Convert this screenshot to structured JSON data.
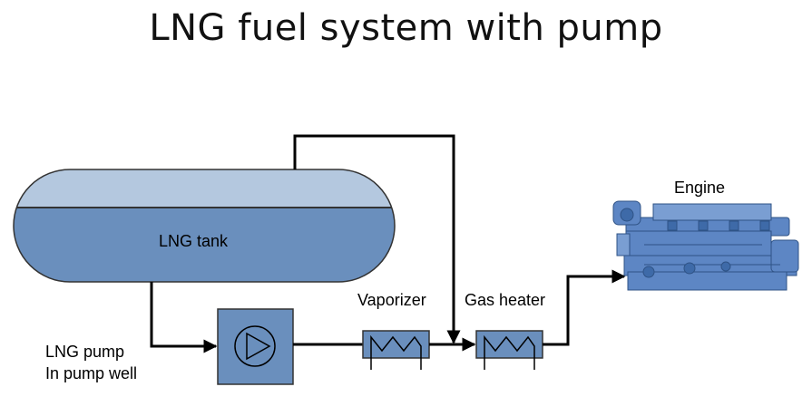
{
  "title": "LNG fuel system with pump",
  "components": {
    "tank": {
      "label": "LNG tank"
    },
    "pump": {
      "label_line1": "LNG pump",
      "label_line2": "In pump well"
    },
    "vaporizer": {
      "label": "Vaporizer"
    },
    "gas_heater": {
      "label": "Gas heater"
    },
    "engine": {
      "label": "Engine"
    }
  },
  "colors": {
    "tank_liquid": "#6a8fbd",
    "tank_vapor": "#b4c8df",
    "component_fill": "#6a8fbd",
    "engine": "#5d86c4",
    "line": "#000000"
  }
}
